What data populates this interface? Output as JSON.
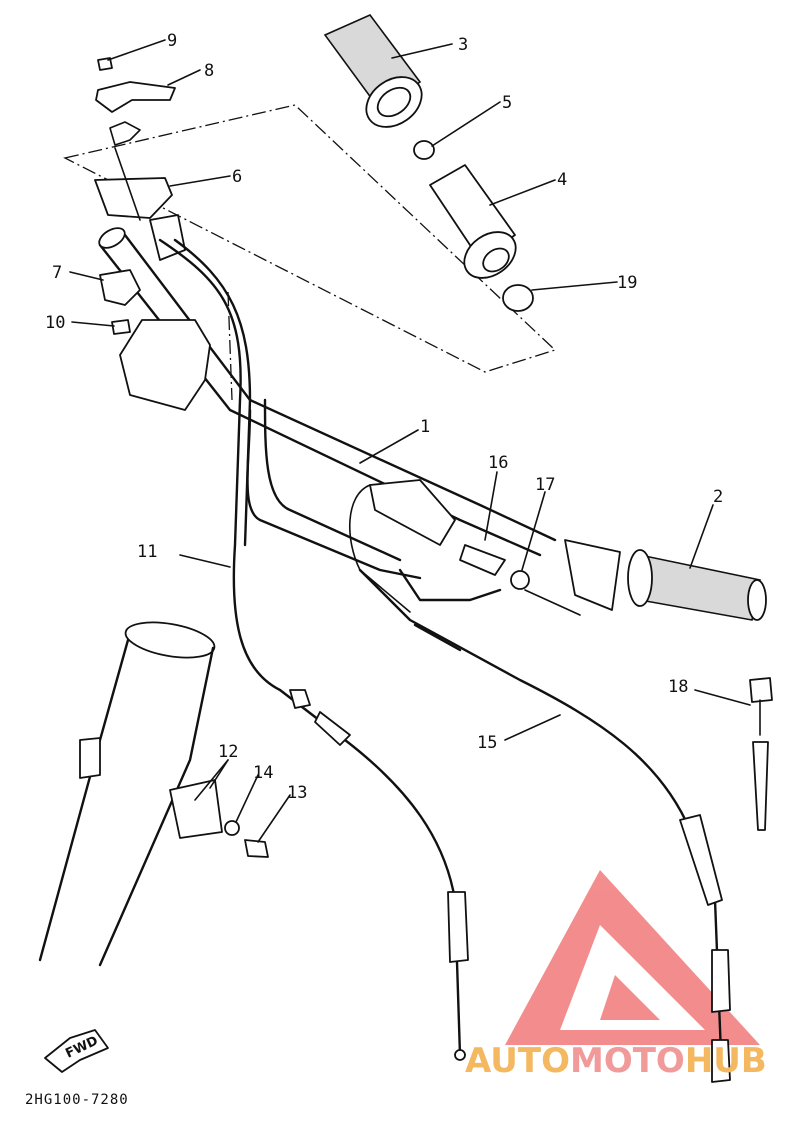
{
  "diagram": {
    "code": "2HG100-7280",
    "fwd_label": "FWD",
    "callouts": [
      "1",
      "2",
      "3",
      "4",
      "5",
      "6",
      "7",
      "8",
      "9",
      "10",
      "11",
      "12",
      "13",
      "14",
      "15",
      "16",
      "17",
      "18",
      "19"
    ]
  },
  "watermark": {
    "part1": "AUTO",
    "part2": "MOTO",
    "part3": "HUB",
    "colors": {
      "orange": "#f4b860",
      "pink": "#f19a9a",
      "logo": "#f27a7a"
    }
  }
}
